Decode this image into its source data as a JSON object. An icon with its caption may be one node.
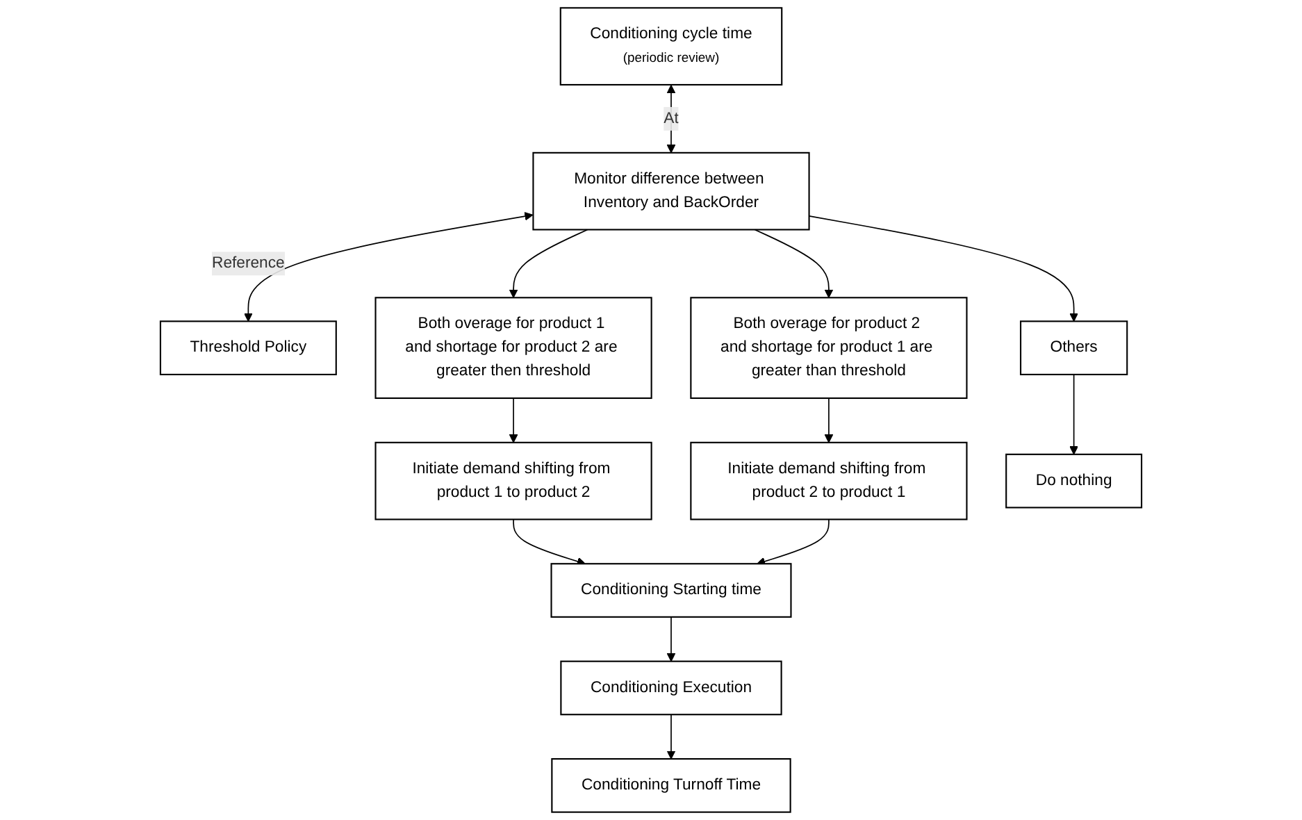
{
  "diagram": {
    "nodes": [
      {
        "text": [
          "Conditioning cycle time",
          "(periodic review)"
        ]
      },
      {
        "text": [
          "Monitor difference between Inventory and BackOrder"
        ]
      },
      {
        "text": [
          "Threshold Policy"
        ]
      },
      {
        "text": [
          "Both overage for product 1 and shortage for product 2 are greater then threshold"
        ]
      },
      {
        "text": [
          "Both overage for product 2 and shortage for product 1 are greater than threshold"
        ]
      },
      {
        "text": [
          "Others"
        ]
      },
      {
        "text": [
          "Initiate demand shifting from product 1 to product 2"
        ]
      },
      {
        "text": [
          "Initiate demand shifting from product 2 to product 1"
        ]
      },
      {
        "text": [
          "Do nothing"
        ]
      },
      {
        "text": [
          "Conditioning Starting time"
        ]
      },
      {
        "text": [
          "Conditioning Execution"
        ]
      },
      {
        "text": [
          "Conditioning Turnoff Time"
        ]
      }
    ],
    "edges": [
      {
        "from": 0,
        "to": 1,
        "arrow": "both",
        "label": "At"
      },
      {
        "from": 1,
        "to": 2,
        "arrow": "both",
        "label": "Reference"
      },
      {
        "from": 1,
        "to": 3,
        "arrow": "to"
      },
      {
        "from": 1,
        "to": 4,
        "arrow": "to"
      },
      {
        "from": 1,
        "to": 5,
        "arrow": "to"
      },
      {
        "from": 3,
        "to": 6,
        "arrow": "to"
      },
      {
        "from": 4,
        "to": 7,
        "arrow": "to"
      },
      {
        "from": 5,
        "to": 8,
        "arrow": "to"
      },
      {
        "from": 6,
        "to": 9,
        "arrow": "to"
      },
      {
        "from": 7,
        "to": 9,
        "arrow": "to"
      },
      {
        "from": 9,
        "to": 10,
        "arrow": "to"
      },
      {
        "from": 10,
        "to": 11,
        "arrow": "to"
      }
    ]
  }
}
